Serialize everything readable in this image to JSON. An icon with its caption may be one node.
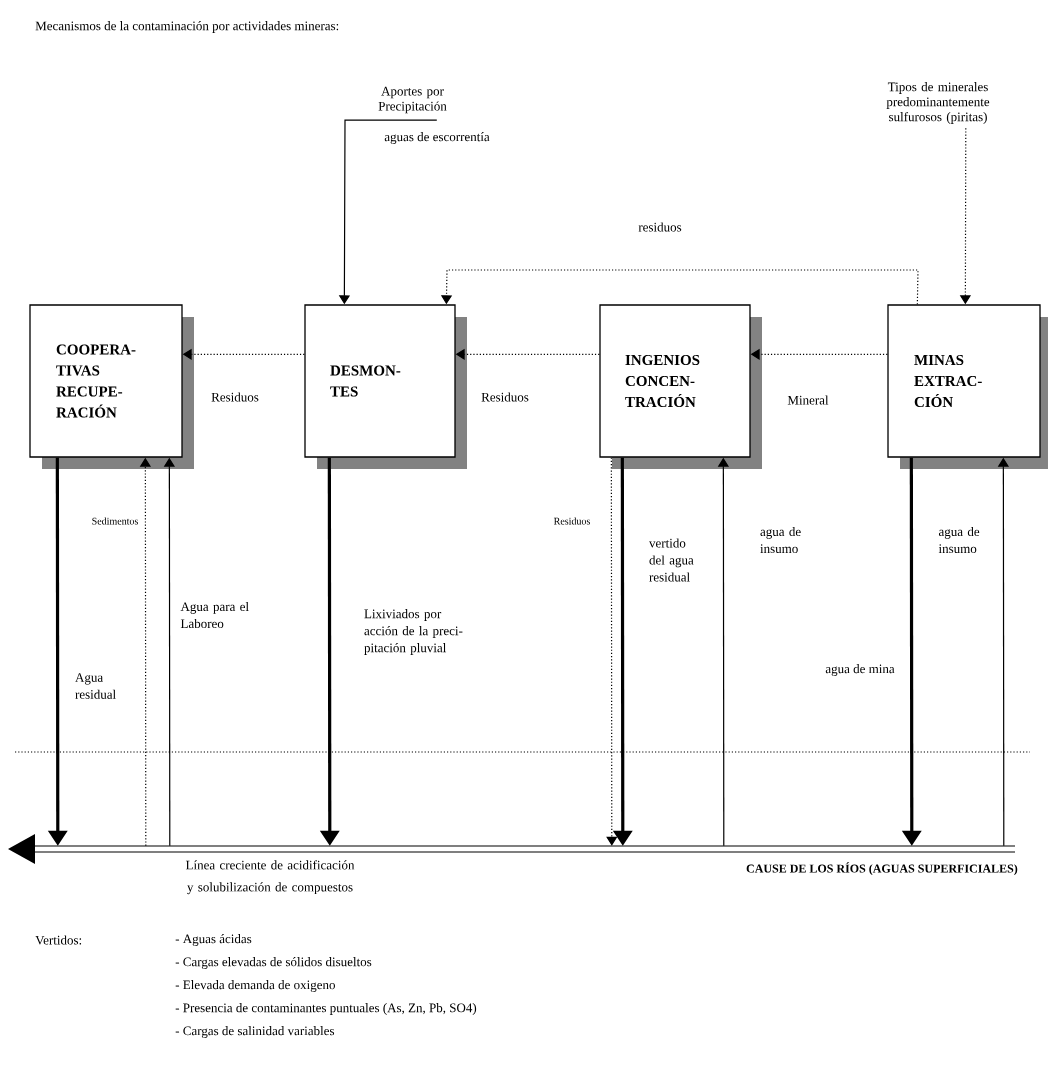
{
  "diagram": {
    "title": "Mecanismos de la contaminación por actividades mineras:",
    "nodes": [
      {
        "text": [
          "COOPERA- TIVAS RECUPE- RACIÓN"
        ]
      },
      {
        "text": [
          "DESMON- TES"
        ]
      },
      {
        "text": [
          "INGENIOS CONCEN- TRACIÓN"
        ]
      },
      {
        "text": [
          "MINAS EXTRAC- CIÓN"
        ]
      },
      {
        "text": [
          "CAUSE DE LOS RÍOS (AGUAS SUPERFICIALES)"
        ],
        "beside": [
          "Línea creciente de acidificación y solubilización de compuestos"
        ]
      },
      {
        "text": [
          "Aportes por Precipitación"
        ]
      },
      {
        "text": [
          "Tipos de minerales predominantemente sulfurosos (piritas)"
        ]
      }
    ],
    "edges": [
      {
        "from": 5,
        "to": 1,
        "arrow": "to",
        "label": "aguas de escorrentía"
      },
      {
        "from": 6,
        "to": 3,
        "arrow": "to",
        "style": "dashed"
      },
      {
        "from": 3,
        "to": 1,
        "arrow": "to",
        "style": "dashed",
        "label": "residuos"
      },
      {
        "from": 1,
        "to": 0,
        "arrow": "to",
        "style": "dashed",
        "label": "Residuos"
      },
      {
        "from": 2,
        "to": 1,
        "arrow": "to",
        "style": "dashed",
        "label": "Residuos"
      },
      {
        "from": 3,
        "to": 2,
        "arrow": "to",
        "style": "dashed",
        "label": "Mineral"
      },
      {
        "from": 0,
        "to": 4,
        "arrow": "to",
        "style": "thick",
        "label": "Agua residual"
      },
      {
        "from": 4,
        "to": 0,
        "arrow": "to",
        "style": "dashed",
        "label": "Sedimentos"
      },
      {
        "from": 4,
        "to": 0,
        "arrow": "to",
        "label": "Agua para el Laboreo"
      },
      {
        "from": 1,
        "to": 4,
        "arrow": "to",
        "style": "thick",
        "label": "Lixiviados por acción de la preci- pitación pluvial"
      },
      {
        "from": 2,
        "to": 4,
        "arrow": "to",
        "style": "dashed",
        "label": "Residuos"
      },
      {
        "from": 2,
        "to": 4,
        "arrow": "to",
        "style": "thick",
        "label": "vertido del agua residual"
      },
      {
        "from": 4,
        "to": 2,
        "arrow": "to",
        "label": "agua de insumo"
      },
      {
        "from": 3,
        "to": 4,
        "arrow": "to",
        "style": "thick",
        "label": "agua de mina"
      },
      {
        "from": 4,
        "to": 3,
        "arrow": "to",
        "label": "agua de insumo"
      }
    ],
    "labels": [
      "Vertidos:",
      "- Aguas ácidas",
      "- Cargas elevadas de sólidos disueltos",
      "- Elevada demanda de oxigeno",
      "- Presencia de contaminantes puntuales (As, Zn, Pb, SO4)",
      "- Cargas de salinidad variables"
    ]
  }
}
